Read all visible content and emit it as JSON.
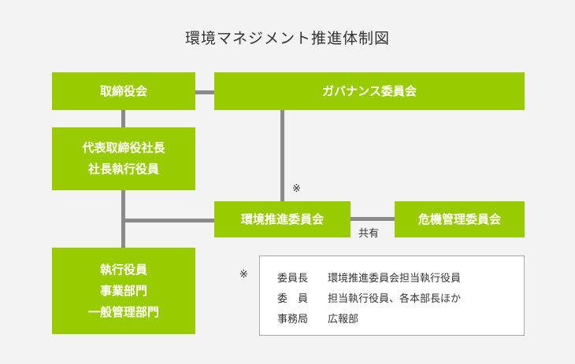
{
  "title": "環境マネジメント推進体制図",
  "boxes": {
    "board": "取締役会",
    "governance": "ガバナンス委員会",
    "president_line1": "代表取締役社長",
    "president_line2": "社長執行役員",
    "env_committee": "環境推進委員会",
    "risk_committee": "危機管理委員会",
    "exec_line1": "執行役員",
    "exec_line2": "事業部門",
    "exec_line3": "一般管理部門"
  },
  "connector_label": "共有",
  "note_mark": "※",
  "note": {
    "mark": "※",
    "rows": [
      {
        "key": "委員長",
        "value": "環境推進委員会担当執行役員"
      },
      {
        "key": "委　員",
        "value": "担当執行役員、各本部長ほか"
      },
      {
        "key": "事務局",
        "value": "広報部"
      }
    ]
  },
  "colors": {
    "box_fill": "#99cc00",
    "box_text": "#ffffff",
    "line": "#8a8a8a",
    "background": "#f3f3f3"
  }
}
